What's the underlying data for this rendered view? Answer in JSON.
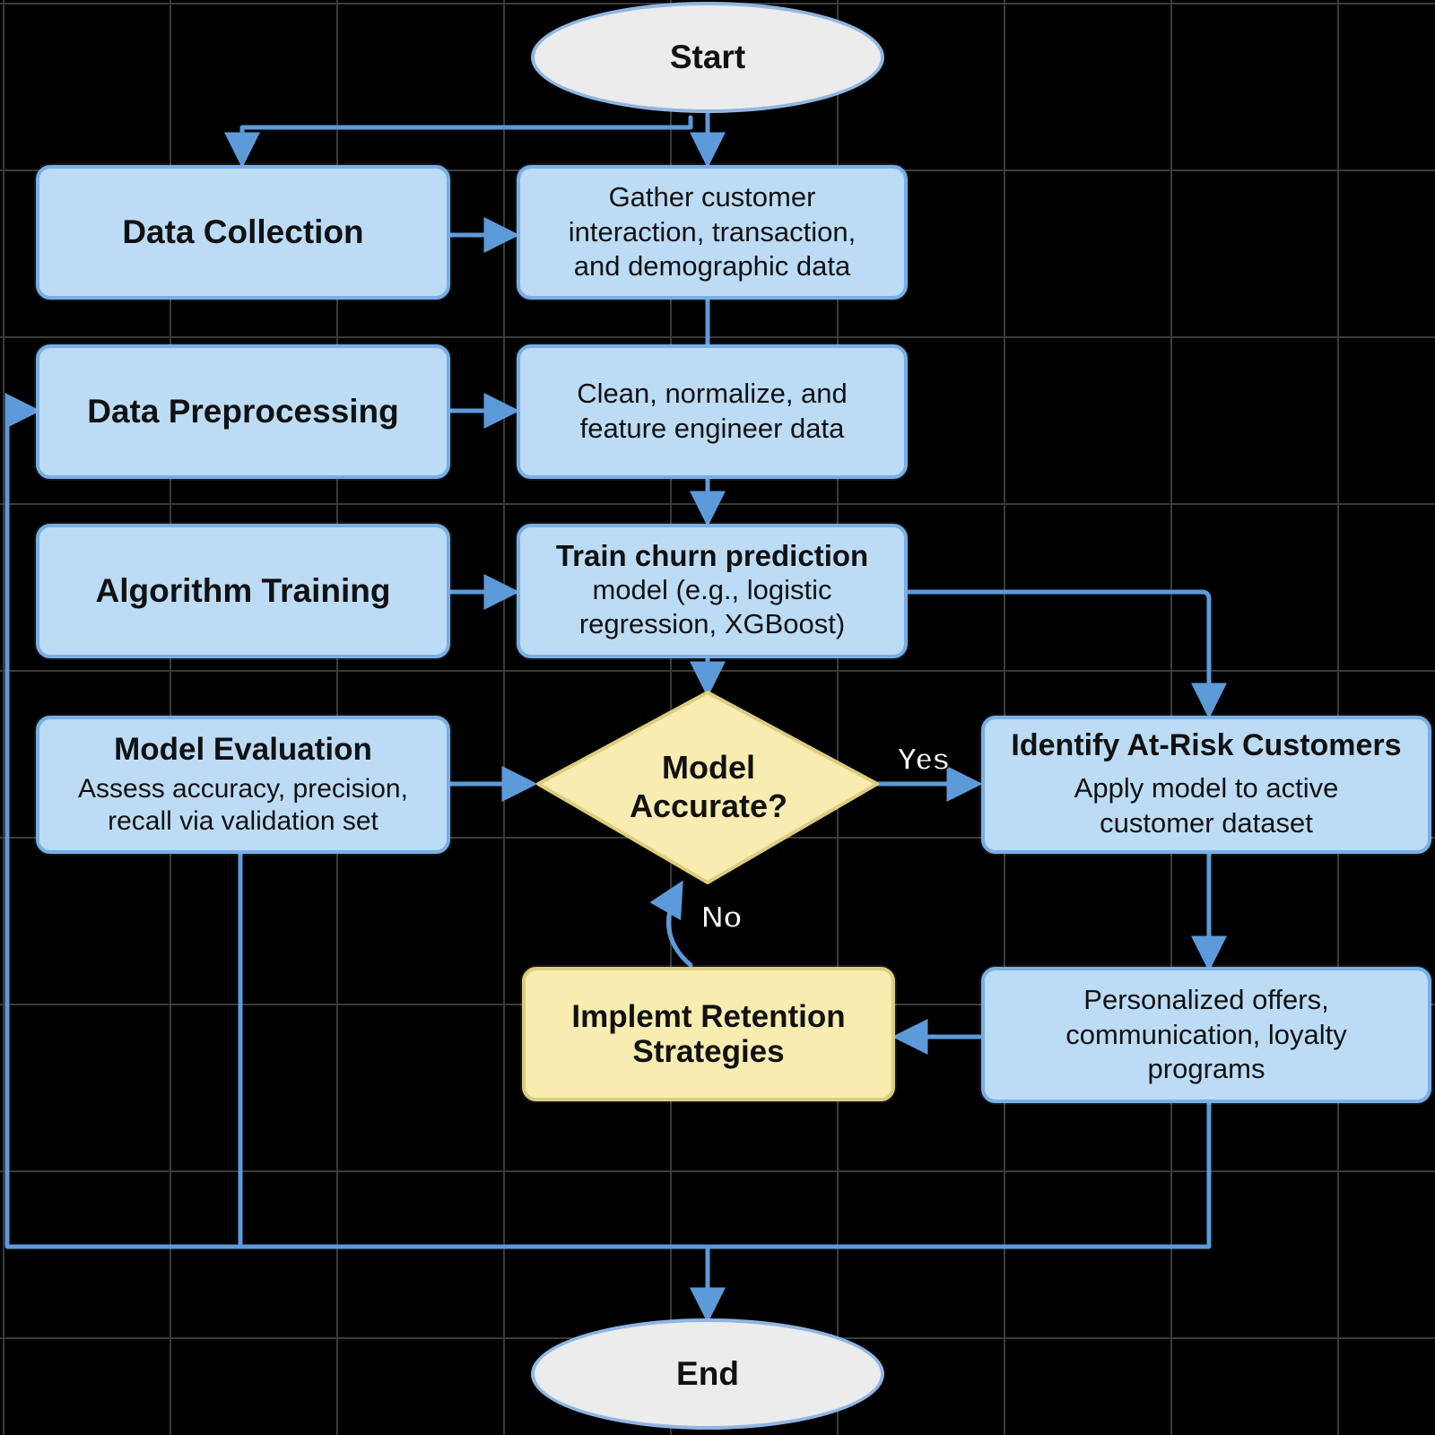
{
  "start": "Start",
  "end": "End",
  "steps": {
    "collection": {
      "label": "Data Collection",
      "detail": [
        "Gather customer",
        "interaction, transaction,",
        "and demographic data"
      ]
    },
    "preprocessing": {
      "label": "Data Preprocessing",
      "detail": [
        "Clean, normalize, and",
        "feature engineer data"
      ]
    },
    "training": {
      "label": "Algorithm Training",
      "detail": [
        "Train churn prediction",
        "model (e.g., logistic",
        "regression, XGBoost)"
      ]
    },
    "evaluation": {
      "title": "Model Evaluation",
      "detail": [
        "Assess accuracy, precision,",
        "recall via validation set"
      ]
    },
    "decision": [
      "Model",
      "Accurate?"
    ],
    "identify": {
      "title": "Identify At-Risk Customers",
      "detail": [
        "Apply model to active",
        "customer dataset"
      ]
    },
    "offers": [
      "Personalized offers,",
      "communication, loyalty",
      "programs"
    ],
    "retention": [
      "Implemt Retention",
      "Strategies"
    ]
  },
  "edges": {
    "yes": "Yes",
    "no": "No"
  },
  "colors": {
    "background": "#000000",
    "box_fill": "#bcdcf6",
    "box_border": "#79aee6",
    "decision_fill": "#f8ecb0",
    "connector": "#5d9ad9",
    "grid": "#3a3a3a"
  }
}
